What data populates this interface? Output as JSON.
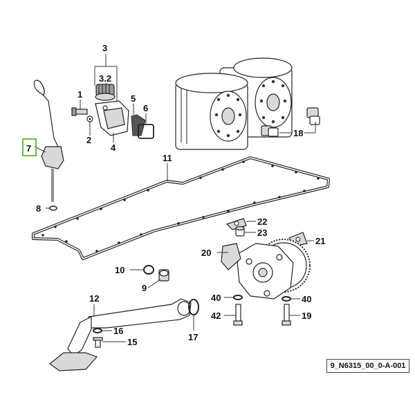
{
  "diagram": {
    "reference_code": "9_N6315_00_0-A-001",
    "highlighted_callout": "7",
    "highlight_color": "#6dbb45",
    "callouts": {
      "c1": "1",
      "c2": "2",
      "c3": "3",
      "c32": "3.2",
      "c4": "4",
      "c5": "5",
      "c6": "6",
      "c7": "7",
      "c8": "8",
      "c9": "9",
      "c10": "10",
      "c11": "11",
      "c12": "12",
      "c15": "15",
      "c16": "16",
      "c17": "17",
      "c18": "18",
      "c19": "19",
      "c20": "20",
      "c21": "21",
      "c22": "22",
      "c23": "23",
      "c40a": "40",
      "c40b": "40",
      "c42": "42"
    }
  }
}
